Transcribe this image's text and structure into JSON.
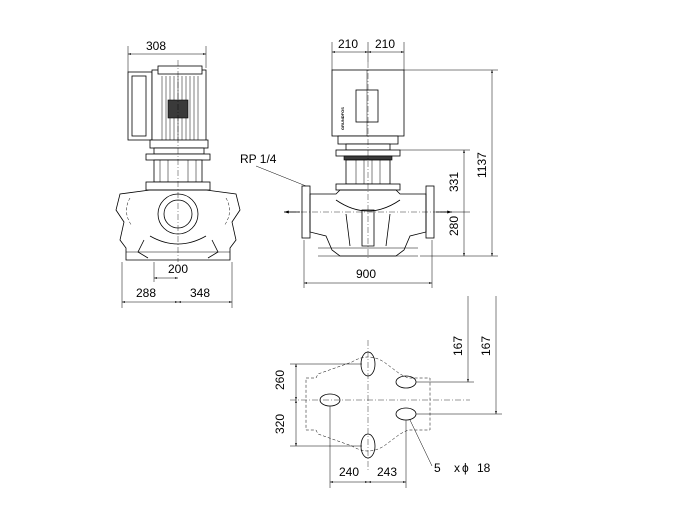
{
  "logo_text": "GRUNDFOS",
  "dimensions": {
    "front_motor_width": "308",
    "front_center_offset": "200",
    "front_left_base": "288",
    "front_right_base": "348",
    "side_motor_left": "210",
    "side_motor_right": "210",
    "side_port_to_port": "900",
    "side_total_height": "1137",
    "side_flange_height": "331",
    "side_axis_height": "280",
    "port_thread": "RP 1/4",
    "top_upper_y": "260",
    "top_lower_y": "320",
    "top_left_x": "240",
    "top_right_x": "243",
    "top_right_y_inner": "167",
    "top_right_y_outer": "167",
    "holes_count": "5",
    "holes_label": "x",
    "holes_diameter": "18"
  }
}
